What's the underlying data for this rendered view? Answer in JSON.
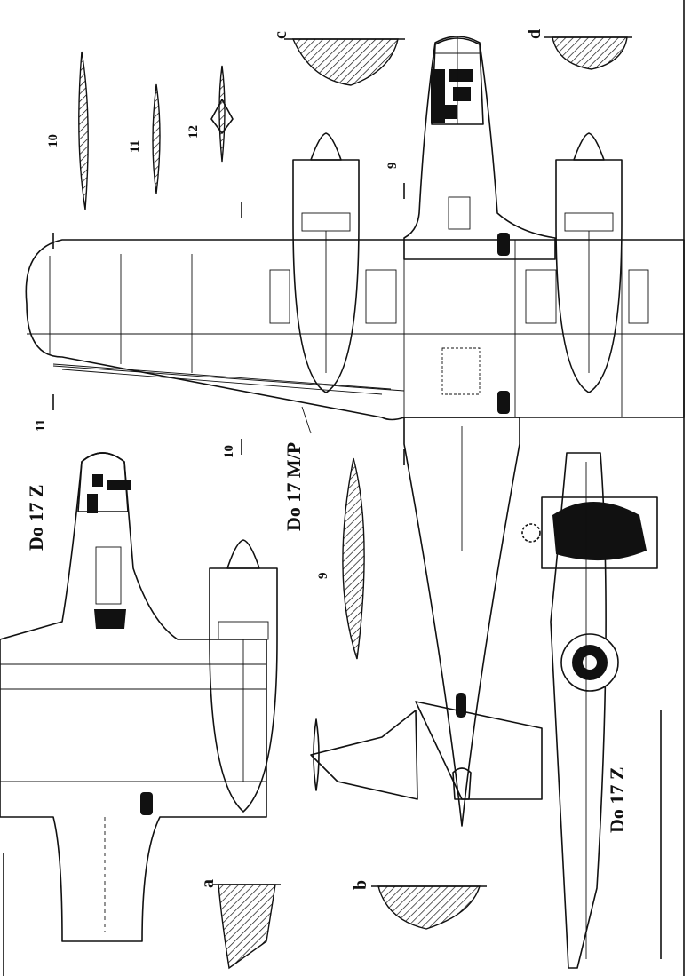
{
  "labels": {
    "top_do17z": "Do 17 Z",
    "center_do17mp": "Do 17 M/P",
    "side_do17z": "Do 17 Z",
    "sec_c": "c",
    "sec_d": "d",
    "sec_a": "a",
    "sec_b": "b",
    "num_10_top": "10",
    "num_11_top": "11",
    "num_12_top": "12",
    "num_9_top": "9",
    "num_11_left": "11",
    "num_10_mid": "10",
    "num_9_mid": "9"
  },
  "colors": {
    "ink": "#111111",
    "paper": "#ffffff"
  }
}
